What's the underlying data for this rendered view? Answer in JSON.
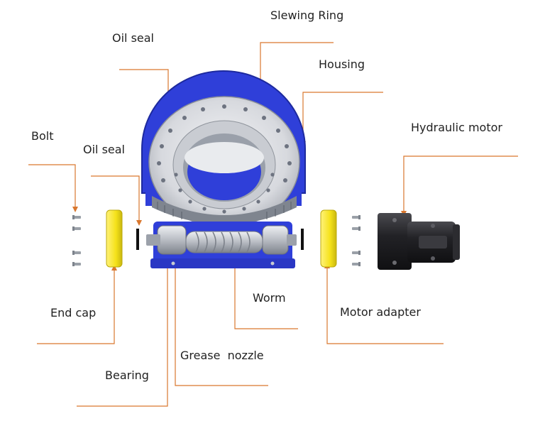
{
  "labels": {
    "slewing_ring": "Slewing Ring",
    "oil_seal_top": "Oil seal",
    "housing": "Housing",
    "hydraulic_motor": "Hydraulic motor",
    "bolt": "Bolt",
    "oil_seal_left": "Oil seal",
    "worm": "Worm",
    "motor_adapter": "Motor adapter",
    "end_cap": "End cap",
    "grease_nozzle": "Grease  nozzle",
    "bearing": "Bearing"
  },
  "colors": {
    "leader": "#d9772e",
    "housing": "#2f3fd9",
    "end_cap": "#f5e21a",
    "motor": "#1c1c1e",
    "metal": "#b9bcc2"
  }
}
